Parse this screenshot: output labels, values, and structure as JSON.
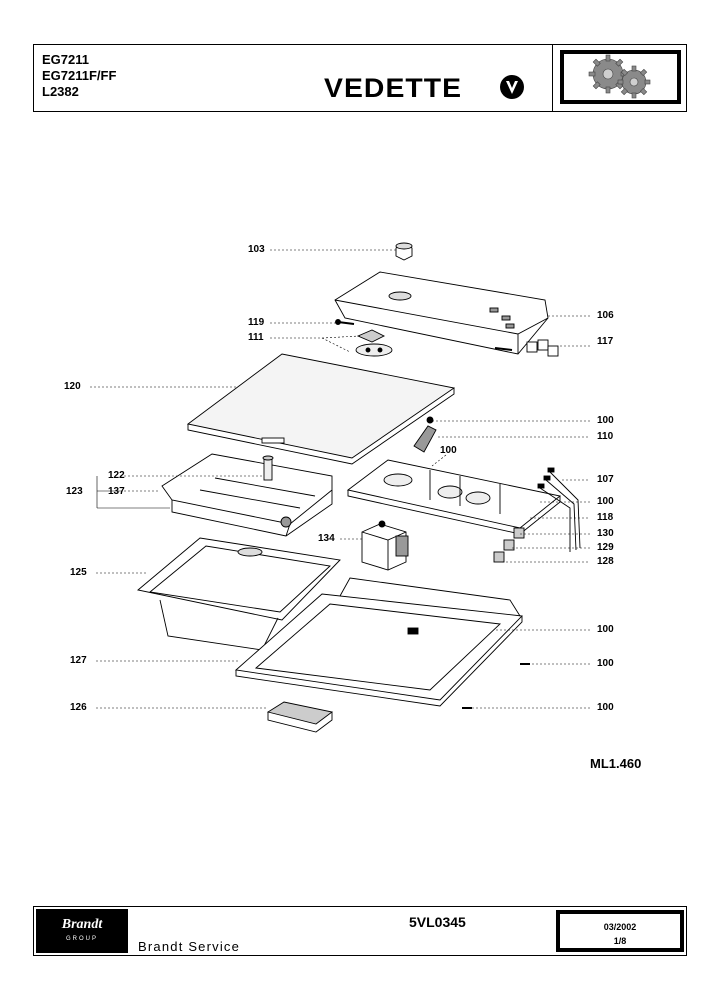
{
  "header": {
    "models": [
      "EG7211",
      "EG7211F/FF",
      "L2382"
    ],
    "brand": "VEDETTE"
  },
  "callouts": {
    "c103": "103",
    "c119": "119",
    "c111": "111",
    "c106": "106",
    "c117": "117",
    "c120": "120",
    "c100a": "100",
    "c110": "110",
    "c100b": "100",
    "c122": "122",
    "c123": "123",
    "c137": "137",
    "c107": "107",
    "c100c": "100",
    "c118": "118",
    "c134": "134",
    "c130": "130",
    "c129": "129",
    "c128": "128",
    "c125": "125",
    "c100d": "100",
    "c127": "127",
    "c100e": "100",
    "c126": "126",
    "c100f": "100"
  },
  "reference": "ML1.460",
  "footer": {
    "logo": "Brandt",
    "logo_sub": "GROUP",
    "service": "Brandt Service",
    "doc_number": "5VL0345",
    "date": "03/2002",
    "page": "1/8"
  }
}
